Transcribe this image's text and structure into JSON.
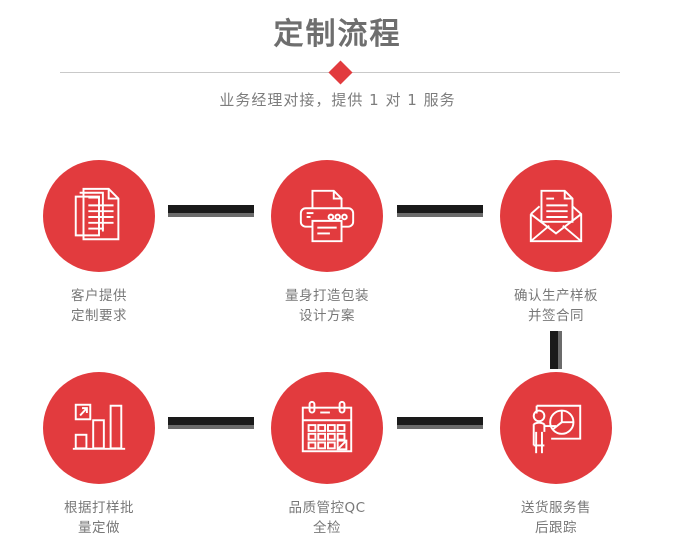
{
  "header": {
    "title": "定制流程",
    "subtitle": "业务经理对接，提供 1 对 1 服务",
    "diamond_color": "#e23b3e",
    "divider_color": "#c9c9c9",
    "title_color": "#6e6e6e"
  },
  "theme": {
    "accent": "#e23b3e",
    "connector_dark": "#1a1a1a",
    "connector_shadow": "#6b6b6b",
    "label_color": "#787878",
    "background": "#ffffff"
  },
  "steps": [
    {
      "index": 1,
      "icon": "documents-icon",
      "label": "客户提供\n定制要求"
    },
    {
      "index": 2,
      "icon": "printer-icon",
      "label": "量身打造包装\n设计方案"
    },
    {
      "index": 3,
      "icon": "envelope-document-icon",
      "label": "确认生产样板\n并签合同"
    },
    {
      "index": 4,
      "icon": "bar-chart-growth-icon",
      "label": "根据打样批\n量定做"
    },
    {
      "index": 5,
      "icon": "calendar-check-icon",
      "label": "品质管控QC\n全检"
    },
    {
      "index": 6,
      "icon": "presentation-pie-chart-icon",
      "label": "送货服务售\n后跟踪"
    }
  ],
  "connectors": [
    {
      "name": "connector-step1-step2",
      "orientation": "horizontal"
    },
    {
      "name": "connector-step2-step3",
      "orientation": "horizontal"
    },
    {
      "name": "connector-step3-step6",
      "orientation": "vertical"
    },
    {
      "name": "connector-step4-step5",
      "orientation": "horizontal"
    },
    {
      "name": "connector-step5-step6",
      "orientation": "horizontal"
    }
  ]
}
